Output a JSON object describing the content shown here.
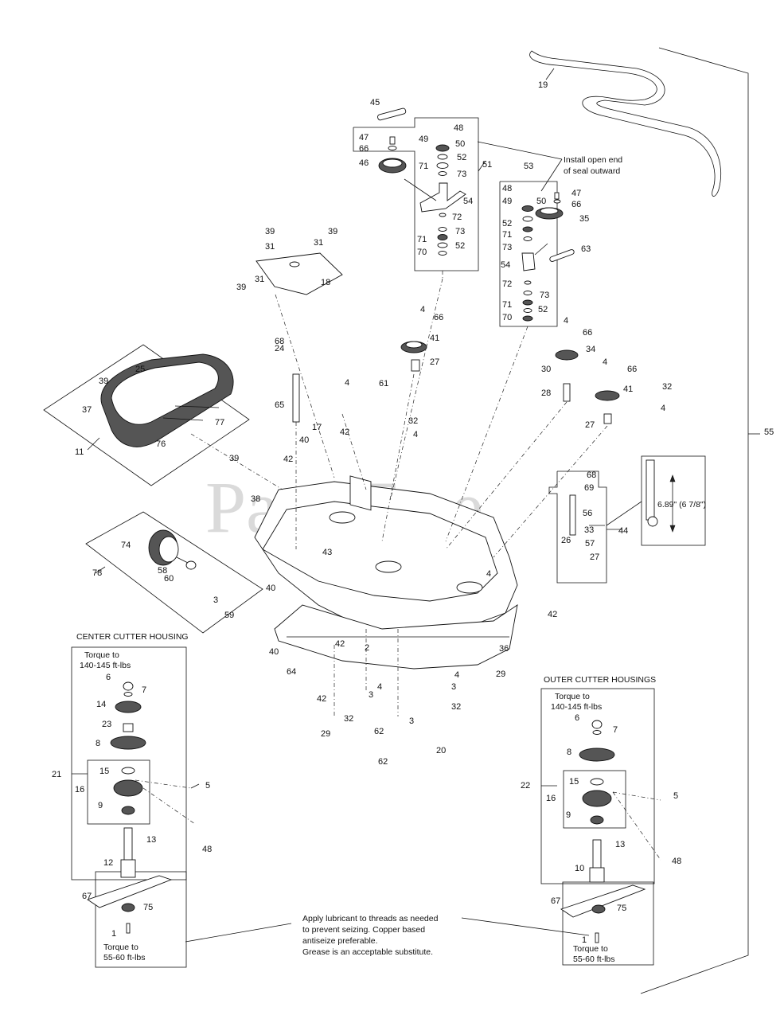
{
  "watermark": "PartsTree",
  "callouts": [
    {
      "id": "c19",
      "text": "19"
    },
    {
      "id": "c45",
      "text": "45"
    },
    {
      "id": "c47a",
      "text": "47"
    },
    {
      "id": "c66a",
      "text": "66"
    },
    {
      "id": "c46",
      "text": "46"
    },
    {
      "id": "c48a",
      "text": "48"
    },
    {
      "id": "c49a",
      "text": "49"
    },
    {
      "id": "c50a",
      "text": "50"
    },
    {
      "id": "c71a",
      "text": "71"
    },
    {
      "id": "c52a",
      "text": "52"
    },
    {
      "id": "c73a",
      "text": "73"
    },
    {
      "id": "c51",
      "text": "51"
    },
    {
      "id": "c54a",
      "text": "54"
    },
    {
      "id": "c72a",
      "text": "72"
    },
    {
      "id": "c73b",
      "text": "73"
    },
    {
      "id": "c71b",
      "text": "71"
    },
    {
      "id": "c52b",
      "text": "52"
    },
    {
      "id": "c70a",
      "text": "70"
    },
    {
      "id": "c53",
      "text": "53"
    },
    {
      "id": "c48b",
      "text": "48"
    },
    {
      "id": "c49b",
      "text": "49"
    },
    {
      "id": "c50b",
      "text": "50"
    },
    {
      "id": "c52c",
      "text": "52"
    },
    {
      "id": "c71c",
      "text": "71"
    },
    {
      "id": "c73c",
      "text": "73"
    },
    {
      "id": "c54b",
      "text": "54"
    },
    {
      "id": "c72b",
      "text": "72"
    },
    {
      "id": "c73d",
      "text": "73"
    },
    {
      "id": "c71d",
      "text": "71"
    },
    {
      "id": "c52d",
      "text": "52"
    },
    {
      "id": "c70b",
      "text": "70"
    },
    {
      "id": "c47b",
      "text": "47"
    },
    {
      "id": "c66b",
      "text": "66"
    },
    {
      "id": "c35",
      "text": "35"
    },
    {
      "id": "c63",
      "text": "63"
    },
    {
      "id": "c39a",
      "text": "39"
    },
    {
      "id": "c39b",
      "text": "39"
    },
    {
      "id": "c31a",
      "text": "31"
    },
    {
      "id": "c31b",
      "text": "31"
    },
    {
      "id": "c39c",
      "text": "39"
    },
    {
      "id": "c31c",
      "text": "31"
    },
    {
      "id": "c18",
      "text": "18"
    },
    {
      "id": "c4a",
      "text": "4"
    },
    {
      "id": "c66c",
      "text": "66"
    },
    {
      "id": "c41a",
      "text": "41"
    },
    {
      "id": "c27a",
      "text": "27"
    },
    {
      "id": "c68a",
      "text": "68"
    },
    {
      "id": "c24",
      "text": "24"
    },
    {
      "id": "c65",
      "text": "65"
    },
    {
      "id": "c39d",
      "text": "39"
    },
    {
      "id": "c25",
      "text": "25"
    },
    {
      "id": "c37",
      "text": "37"
    },
    {
      "id": "c11",
      "text": "11"
    },
    {
      "id": "c76",
      "text": "76"
    },
    {
      "id": "c77",
      "text": "77"
    },
    {
      "id": "c39e",
      "text": "39"
    },
    {
      "id": "c4b",
      "text": "4"
    },
    {
      "id": "c61",
      "text": "61"
    },
    {
      "id": "c17",
      "text": "17"
    },
    {
      "id": "c40a",
      "text": "40"
    },
    {
      "id": "c42a",
      "text": "42"
    },
    {
      "id": "c42b",
      "text": "42"
    },
    {
      "id": "c32a",
      "text": "32"
    },
    {
      "id": "c4c",
      "text": "4"
    },
    {
      "id": "c4d",
      "text": "4"
    },
    {
      "id": "c66d",
      "text": "66"
    },
    {
      "id": "c34",
      "text": "34"
    },
    {
      "id": "c30",
      "text": "30"
    },
    {
      "id": "c28",
      "text": "28"
    },
    {
      "id": "c4e",
      "text": "4"
    },
    {
      "id": "c66e",
      "text": "66"
    },
    {
      "id": "c41b",
      "text": "41"
    },
    {
      "id": "c32b",
      "text": "32"
    },
    {
      "id": "c4f",
      "text": "4"
    },
    {
      "id": "c27b",
      "text": "27"
    },
    {
      "id": "c55",
      "text": "55"
    },
    {
      "id": "c38",
      "text": "38"
    },
    {
      "id": "c68b",
      "text": "68"
    },
    {
      "id": "c69",
      "text": "69"
    },
    {
      "id": "c56",
      "text": "56"
    },
    {
      "id": "c33",
      "text": "33"
    },
    {
      "id": "c26",
      "text": "26"
    },
    {
      "id": "c57",
      "text": "57"
    },
    {
      "id": "c27c",
      "text": "27"
    },
    {
      "id": "c44",
      "text": "44"
    },
    {
      "id": "c74",
      "text": "74"
    },
    {
      "id": "c58",
      "text": "58"
    },
    {
      "id": "c60",
      "text": "60"
    },
    {
      "id": "c78",
      "text": "78"
    },
    {
      "id": "c43",
      "text": "43"
    },
    {
      "id": "c3a",
      "text": "3"
    },
    {
      "id": "c59",
      "text": "59"
    },
    {
      "id": "c40b",
      "text": "40"
    },
    {
      "id": "c4g",
      "text": "4"
    },
    {
      "id": "c42c",
      "text": "42"
    },
    {
      "id": "c42d",
      "text": "42"
    },
    {
      "id": "c2",
      "text": "2"
    },
    {
      "id": "c36",
      "text": "36"
    },
    {
      "id": "c29a",
      "text": "29"
    },
    {
      "id": "c40c",
      "text": "40"
    },
    {
      "id": "c64",
      "text": "64"
    },
    {
      "id": "c42e",
      "text": "42"
    },
    {
      "id": "c4h",
      "text": "4"
    },
    {
      "id": "c4i",
      "text": "4"
    },
    {
      "id": "c3b",
      "text": "3"
    },
    {
      "id": "c32c",
      "text": "32"
    },
    {
      "id": "c3c",
      "text": "3"
    },
    {
      "id": "c32d",
      "text": "32"
    },
    {
      "id": "c29b",
      "text": "29"
    },
    {
      "id": "c3d",
      "text": "3"
    },
    {
      "id": "c62a",
      "text": "62"
    },
    {
      "id": "c20",
      "text": "20"
    },
    {
      "id": "c62b",
      "text": "62"
    },
    {
      "id": "c6a",
      "text": "6"
    },
    {
      "id": "c7a",
      "text": "7"
    },
    {
      "id": "c14",
      "text": "14"
    },
    {
      "id": "c23",
      "text": "23"
    },
    {
      "id": "c8a",
      "text": "8"
    },
    {
      "id": "c21",
      "text": "21"
    },
    {
      "id": "c15a",
      "text": "15"
    },
    {
      "id": "c16a",
      "text": "16"
    },
    {
      "id": "c5a",
      "text": "5"
    },
    {
      "id": "c9a",
      "text": "9"
    },
    {
      "id": "c48c",
      "text": "48"
    },
    {
      "id": "c13a",
      "text": "13"
    },
    {
      "id": "c12",
      "text": "12"
    },
    {
      "id": "c67a",
      "text": "67"
    },
    {
      "id": "c75a",
      "text": "75"
    },
    {
      "id": "c1a",
      "text": "1"
    },
    {
      "id": "c6b",
      "text": "6"
    },
    {
      "id": "c7b",
      "text": "7"
    },
    {
      "id": "c8b",
      "text": "8"
    },
    {
      "id": "c22",
      "text": "22"
    },
    {
      "id": "c15b",
      "text": "15"
    },
    {
      "id": "c16b",
      "text": "16"
    },
    {
      "id": "c5b",
      "text": "5"
    },
    {
      "id": "c9b",
      "text": "9"
    },
    {
      "id": "c13b",
      "text": "13"
    },
    {
      "id": "c10",
      "text": "10"
    },
    {
      "id": "c48d",
      "text": "48"
    },
    {
      "id": "c67b",
      "text": "67"
    },
    {
      "id": "c75b",
      "text": "75"
    },
    {
      "id": "c1b",
      "text": "1"
    }
  ],
  "notes": {
    "seal_line1": "Install open end",
    "seal_line2": "of seal outward",
    "dimension": "6.89\" (6 7/8\")",
    "center_title": "CENTER CUTTER HOUSING",
    "outer_title": "OUTER CUTTER HOUSINGS",
    "torque_hi_a1": "Torque to",
    "torque_hi_a2": "140-145 ft-lbs",
    "torque_lo_a1": "Torque to",
    "torque_lo_a2": "55-60 ft-lbs",
    "torque_hi_b1": "Torque to",
    "torque_hi_b2": "140-145 ft-lbs",
    "torque_lo_b1": "Torque to",
    "torque_lo_b2": "55-60 ft-lbs",
    "lube_1": "Apply lubricant to threads as needed",
    "lube_2": "to prevent seizing.  Copper based",
    "lube_3": "antiseize preferable.",
    "lube_4": "Grease is an acceptable substitute."
  }
}
